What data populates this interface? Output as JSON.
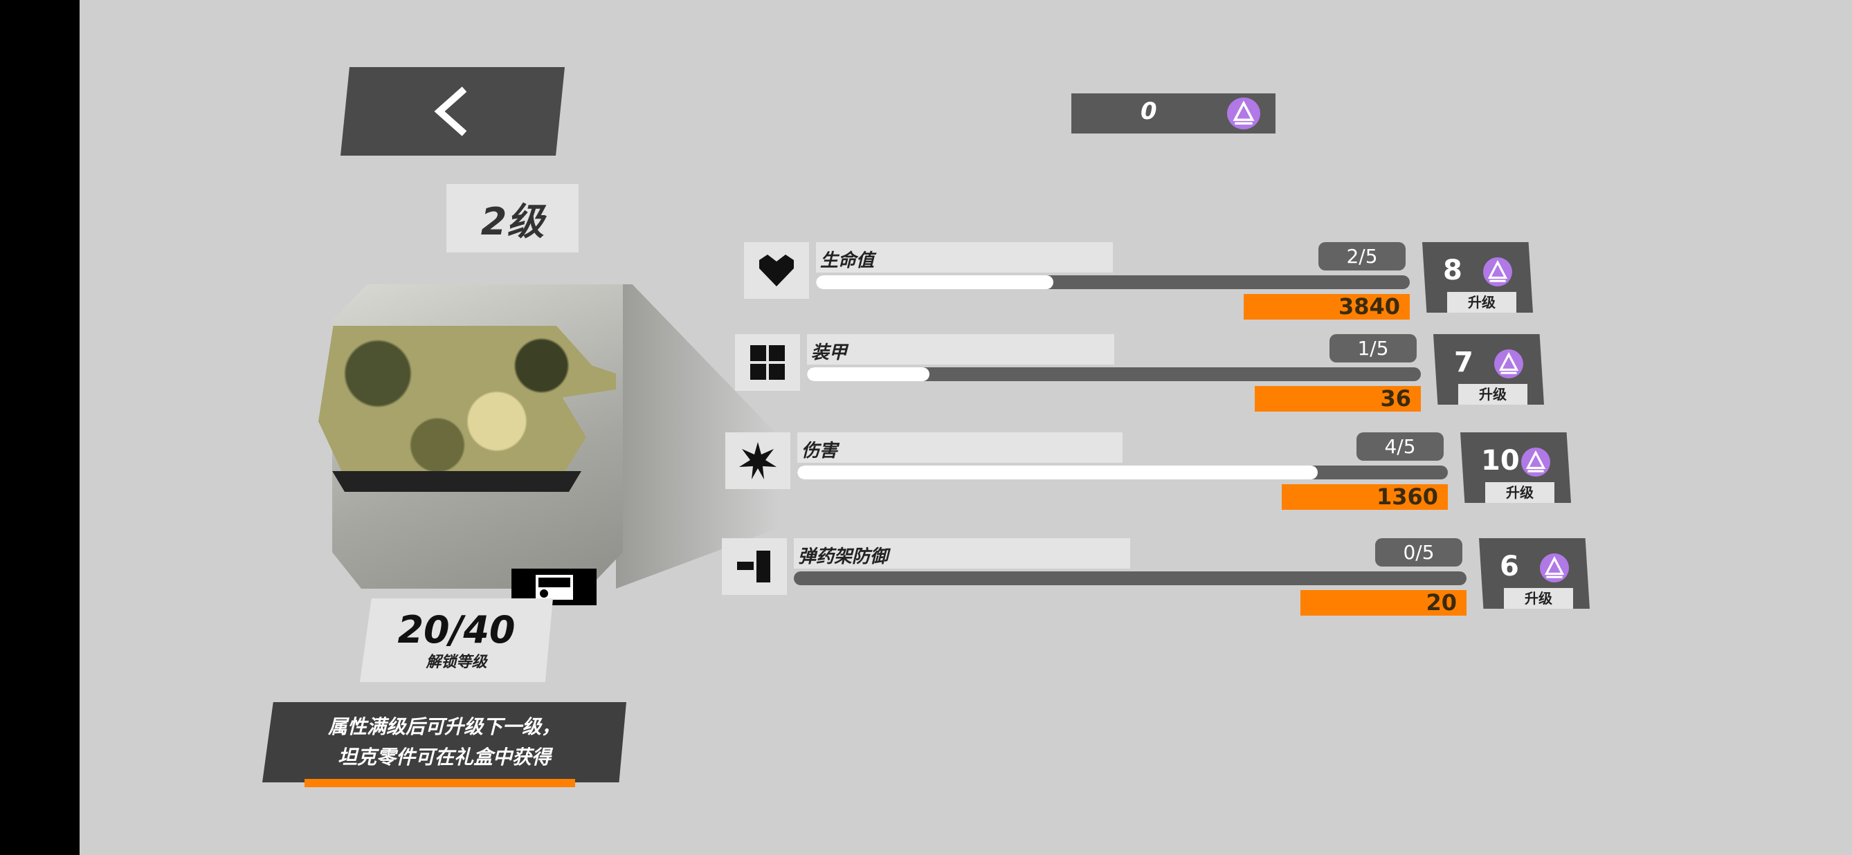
{
  "header": {
    "back_icon": "chevron-left-icon",
    "currency": {
      "value": "0",
      "icon": "purple-gem-icon"
    }
  },
  "tank": {
    "level": "2级",
    "unlock": {
      "value": "20/40",
      "label": "解锁等级"
    },
    "tip_line1": "属性满级后可升级下一级，",
    "tip_line2": "坦克零件可在礼盒中获得"
  },
  "stats": [
    {
      "icon": "heart-icon",
      "label": "生命值",
      "count": "2/5",
      "progress": 0.4,
      "value": "3840",
      "cost": "8",
      "upgrade": "升级"
    },
    {
      "icon": "armor-grid-icon",
      "label": "装甲",
      "count": "1/5",
      "progress": 0.2,
      "value": "36",
      "cost": "7",
      "upgrade": "升级"
    },
    {
      "icon": "damage-star-icon",
      "label": "伤害",
      "count": "4/5",
      "progress": 0.8,
      "value": "1360",
      "cost": "10",
      "upgrade": "升级"
    },
    {
      "icon": "ammo-rack-icon",
      "label": "弹药架防御",
      "count": "0/5",
      "progress": 0.0,
      "value": "20",
      "cost": "6",
      "upgrade": "升级"
    }
  ],
  "colors": {
    "accent": "#ff8000",
    "gem": "#b079e6",
    "panel": "#555555"
  }
}
